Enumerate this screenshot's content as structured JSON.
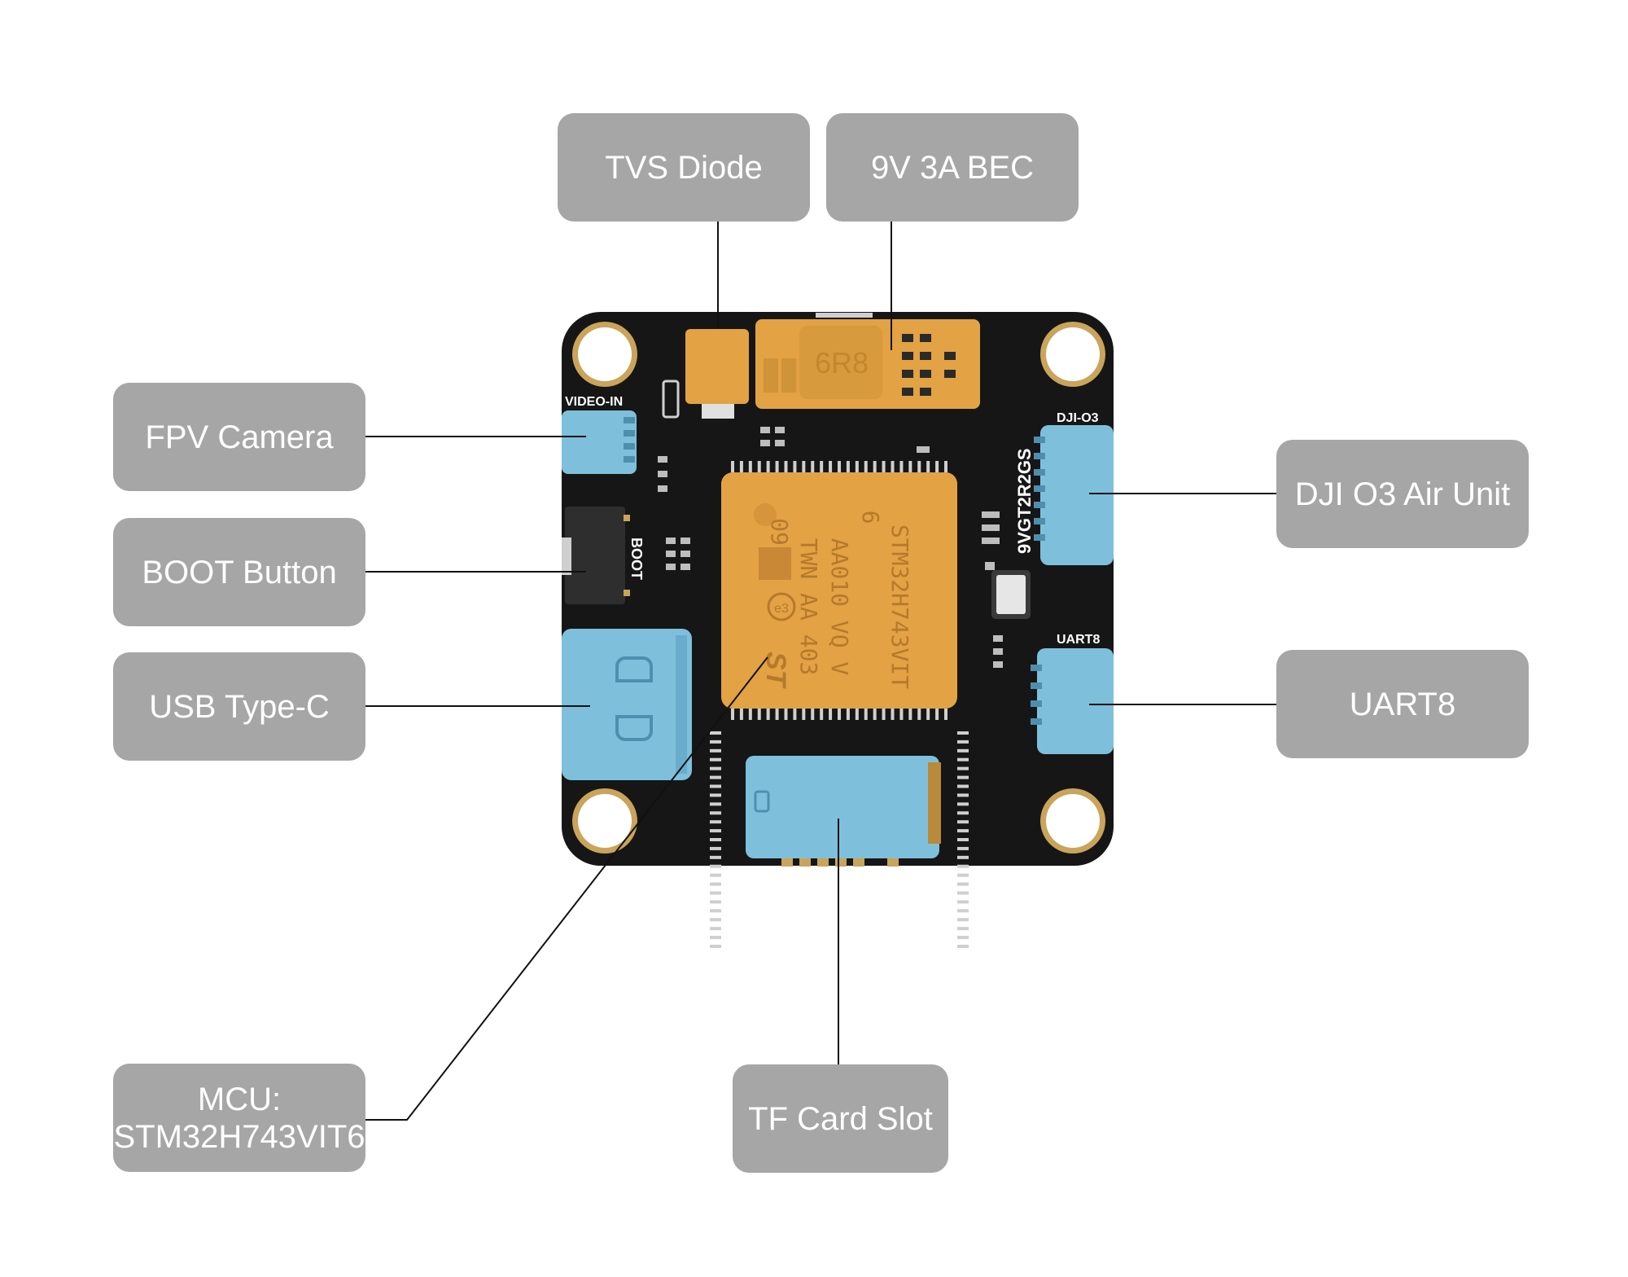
{
  "callouts": {
    "tvs_diode": "TVS Diode",
    "bec": "9V 3A BEC",
    "fpv_camera": "FPV Camera",
    "boot_button": "BOOT Button",
    "usb_type_c": "USB Type-C",
    "mcu_line1": "MCU:",
    "mcu_line2": "STM32H743VIT6",
    "dji_o3": "DJI O3 Air Unit",
    "uart8": "UART8",
    "tf_card": "TF Card Slot"
  },
  "silkscreen": {
    "video_in": "VIDEO-IN",
    "dji_o3": "DJI-O3",
    "uart8": "UART8",
    "boot": "BOOT",
    "board_code": "9VGT2R2GS",
    "inductor": "6R8"
  },
  "chip_marking": {
    "line1": "STM32H743VIT",
    "line2": "6",
    "line3": "AA010 VQ V",
    "line4": "TWN AA 403",
    "code": "09",
    "e3": "e3"
  },
  "colors": {
    "callout_bg": "#a6a6a6",
    "callout_text": "#ffffff",
    "pcb": "#161616",
    "component_orange": "#e3a243",
    "connector_blue": "#7ec0dc",
    "pad_gold": "#c9a45a"
  }
}
